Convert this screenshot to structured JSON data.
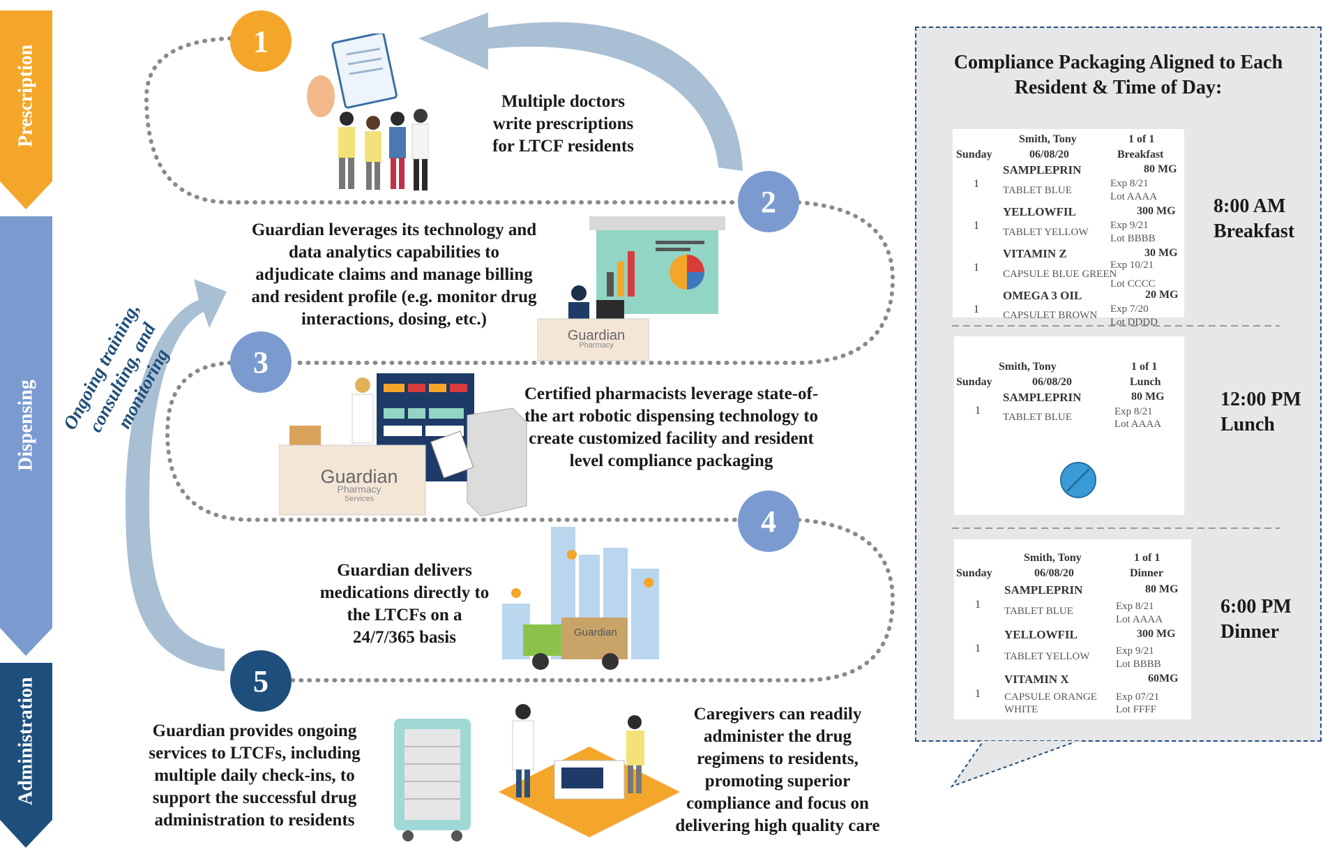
{
  "phases": {
    "prescription": "Prescription",
    "dispensing": "Dispensing",
    "administration": "Administration"
  },
  "steps": [
    {
      "number": "1",
      "text": "Multiple doctors write prescriptions for LTCF residents"
    },
    {
      "number": "2",
      "text": "Guardian leverages its technology and data analytics capabilities to adjudicate claims and manage billing and resident profile (e.g. monitor drug interactions, dosing, etc.)"
    },
    {
      "number": "3",
      "text": "Certified pharmacists leverage state-of-the art robotic dispensing technology to create customized facility and resident level compliance packaging"
    },
    {
      "number": "4",
      "text": "Guardian delivers medications directly to the LTCFs on a 24/7/365 basis"
    },
    {
      "number": "5",
      "text": "Guardian provides ongoing services to LTCFs, including multiple daily check-ins, to support the successful drug administration to residents"
    }
  ],
  "caregivers_text": "Caregivers can readily administer the drug regimens to residents, promoting superior compliance and focus on delivering high quality care",
  "ongoing_label": "Ongoing training, consulting, and monitoring",
  "logo": {
    "word": "Guardian",
    "sub1": "Pharmacy",
    "sub2": "Services"
  },
  "panel": {
    "title": "Compliance Packaging Aligned to Each Resident & Time of Day:",
    "cards": [
      {
        "day": "Sunday",
        "name": "Smith, Tony",
        "date": "06/08/20",
        "count": "1 of 1",
        "meal": "Breakfast",
        "time_label": "8:00 AM",
        "time_meal": "Breakfast",
        "meds": [
          {
            "qty": "1",
            "name": "SAMPLEPRIN",
            "dose": "80 MG",
            "form": "TABLET BLUE",
            "exp": "Exp 8/21",
            "lot": "Lot AAAA"
          },
          {
            "qty": "1",
            "name": "YELLOWFIL",
            "dose": "300 MG",
            "form": "TABLET YELLOW",
            "exp": "Exp 9/21",
            "lot": "Lot BBBB"
          },
          {
            "qty": "1",
            "name": "VITAMIN Z",
            "dose": "30 MG",
            "form": "CAPSULE BLUE GREEN",
            "exp": "Exp 10/21",
            "lot": "Lot CCCC"
          },
          {
            "qty": "1",
            "name": "OMEGA 3 OIL",
            "dose": "20 MG",
            "form": "CAPSULET BROWN",
            "exp": "Exp 7/20",
            "lot": "Lot DDDD"
          }
        ]
      },
      {
        "day": "Sunday",
        "name": "Smith, Tony",
        "date": "06/08/20",
        "count": "1 of 1",
        "meal": "Lunch",
        "time_label": "12:00 PM",
        "time_meal": "Lunch",
        "meds": [
          {
            "qty": "1",
            "name": "SAMPLEPRIN",
            "dose": "80 MG",
            "form": "TABLET BLUE",
            "exp": "Exp 8/21",
            "lot": "Lot AAAA"
          }
        ]
      },
      {
        "day": "Sunday",
        "name": "Smith, Tony",
        "date": "06/08/20",
        "count": "1 of 1",
        "meal": "Dinner",
        "time_label": "6:00 PM",
        "time_meal": "Dinner",
        "meds": [
          {
            "qty": "1",
            "name": "SAMPLEPRIN",
            "dose": "80 MG",
            "form": "TABLET BLUE",
            "exp": "Exp 8/21",
            "lot": "Lot AAAA"
          },
          {
            "qty": "1",
            "name": "YELLOWFIL",
            "dose": "300 MG",
            "form": "TABLET YELLOW",
            "exp": "Exp 9/21",
            "lot": "Lot BBBB"
          },
          {
            "qty": "1",
            "name": "VITAMIN X",
            "dose": "60MG",
            "form": "CAPSULE ORANGE",
            "form2": "WHITE",
            "exp": "Exp 07/21",
            "lot": "Lot FFFF"
          }
        ]
      }
    ]
  },
  "colors": {
    "orange": "#f4a62a",
    "periwinkle": "#7b9bd0",
    "navy": "#1e4e7c",
    "arrow": "#a9bfd3",
    "dots": "#8a8a8a"
  }
}
